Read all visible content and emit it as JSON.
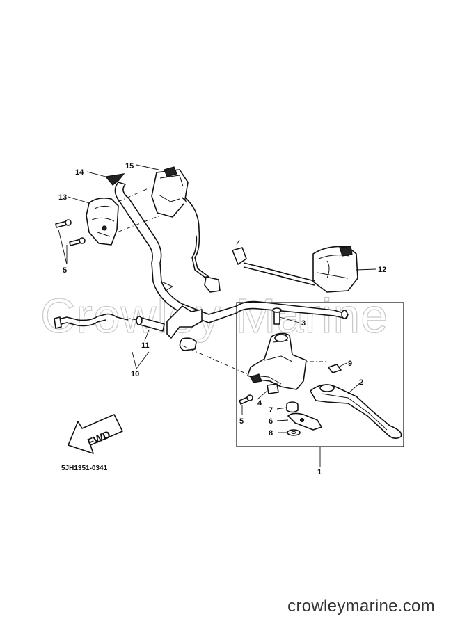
{
  "watermark": "Crowley Marine",
  "footer_text": "crowleymarine.com",
  "diagram_code": "5JH1351-0341",
  "fwd_label": "FWD",
  "callouts": {
    "c1": "1",
    "c2": "2",
    "c3": "3",
    "c4": "4",
    "c5a": "5",
    "c5b": "5",
    "c6": "6",
    "c7": "7",
    "c8": "8",
    "c9": "9",
    "c10": "10",
    "c11": "11",
    "c12": "12",
    "c13": "13",
    "c14": "14",
    "c15": "15"
  }
}
